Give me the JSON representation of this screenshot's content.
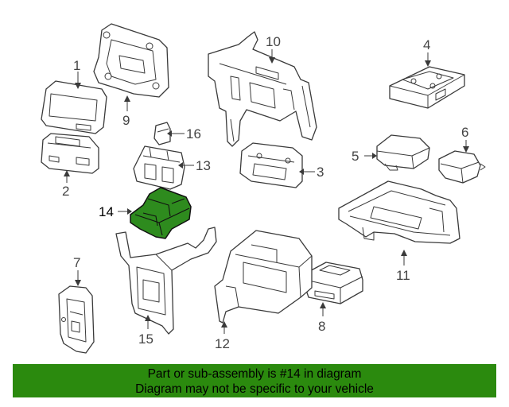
{
  "diagram": {
    "callouts": {
      "c1": "1",
      "c2": "2",
      "c3": "3",
      "c4": "4",
      "c5": "5",
      "c6": "6",
      "c7": "7",
      "c8": "8",
      "c9": "9",
      "c10": "10",
      "c11": "11",
      "c12": "12",
      "c13": "13",
      "c14": "14",
      "c15": "15",
      "c16": "16"
    },
    "highlighted_part": "14",
    "colors": {
      "highlight": "#2e8b1e",
      "banner": "#2b8a0e",
      "line": "#3a3a3a"
    }
  },
  "banner": {
    "line1": "Part or sub-assembly is #14 in diagram",
    "line2": "Diagram may not be specific to your vehicle"
  }
}
